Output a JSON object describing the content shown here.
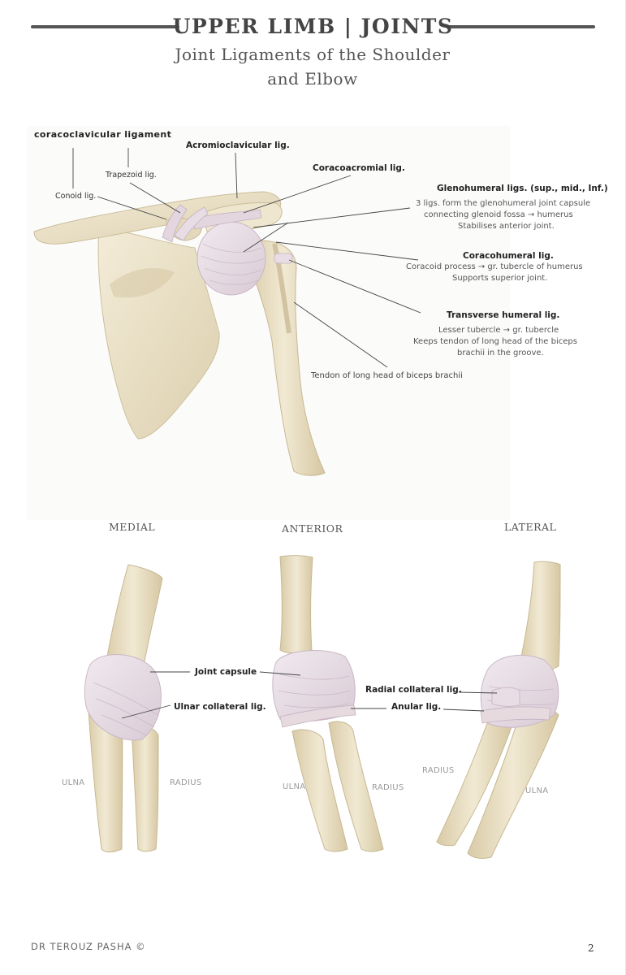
{
  "header": {
    "title": "UPPER LIMB | JOINTS",
    "subtitle_line1": "Joint Ligaments of the Shoulder",
    "subtitle_line2": "and Elbow"
  },
  "shoulder": {
    "coracoclavicular": "coracoclavicular ligament",
    "trapezoid": "Trapezoid lig.",
    "conoid": "Conoid lig.",
    "acromioclavicular": "Acromioclavicular lig.",
    "coracoacromial": "Coracoacromial lig.",
    "glenohumeral_title": "Glenohumeral ligs. (sup., mid., Inf.)",
    "glenohumeral_desc1": "3 ligs. form the glenohumeral joint capsule",
    "glenohumeral_desc2": "connecting glenoid fossa → humerus",
    "glenohumeral_desc3": "Stabilises anterior joint.",
    "coracohumeral_title": "Coracohumeral lig.",
    "coracohumeral_desc1": "Coracoid process → gr. tubercle of humerus",
    "coracohumeral_desc2": "Supports superior joint.",
    "transverse_title": "Transverse humeral lig.",
    "transverse_desc1": "Lesser tubercle → gr. tubercle",
    "transverse_desc2": "Keeps tendon of long head of the biceps",
    "transverse_desc3": "brachii in the groove.",
    "biceps_tendon": "Tendon of long head of biceps brachii"
  },
  "elbow": {
    "view_medial": "MEDIAL",
    "view_anterior": "ANTERIOR",
    "view_lateral": "LATERAL",
    "joint_capsule": "Joint capsule",
    "ulnar_collateral": "Ulnar collateral lig.",
    "radial_collateral": "Radial collateral lig.",
    "anular": "Anular lig.",
    "medial_ulna": "ULNA",
    "medial_radius": "RADIUS",
    "anterior_ulna": "ULNA",
    "anterior_radius": "RADIUS",
    "lateral_radius": "RADIUS",
    "lateral_ulna": "ULNA"
  },
  "footer": {
    "author": "DR TEROUZ PASHA ©",
    "page_number": "2"
  },
  "colors": {
    "bone": "#ece3cb",
    "bone_shade": "#d8cba8",
    "ligament": "#e9dfe6",
    "ligament_line": "#c9b9c6",
    "leader": "#444444"
  }
}
